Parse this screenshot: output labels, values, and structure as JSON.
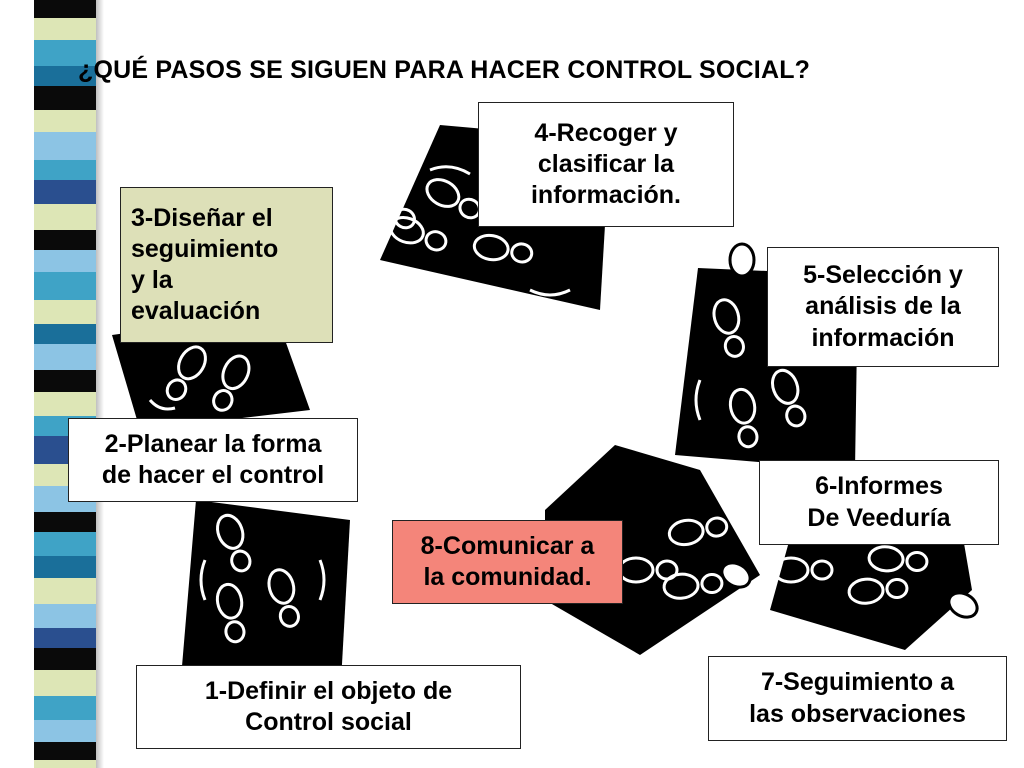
{
  "title": "¿QUÉ PASOS SE SIGUEN PARA HACER CONTROL SOCIAL?",
  "colors": {
    "stripe_palette": [
      "#0a0a0a",
      "#dde6b6",
      "#3fa3c6",
      "#1a6f9a",
      "#8cc4e4",
      "#2a4f8f",
      "#ffffff"
    ],
    "step3_bg": "#dde0b8",
    "step8_bg": "#f4857a",
    "default_box_bg": "#ffffff",
    "footprint_fill": "#000000"
  },
  "steps": [
    {
      "id": 1,
      "lines": [
        "1-Definir el objeto de",
        "Control social"
      ]
    },
    {
      "id": 2,
      "lines": [
        "2-Planear la forma",
        "de hacer el control"
      ]
    },
    {
      "id": 3,
      "lines": [
        "3-Diseñar el",
        "seguimiento",
        "y la",
        "evaluación"
      ]
    },
    {
      "id": 4,
      "lines": [
        "4-Recoger y",
        "clasificar la",
        "información."
      ]
    },
    {
      "id": 5,
      "lines": [
        "5-Selección y",
        "análisis de la",
        "información"
      ]
    },
    {
      "id": 6,
      "lines": [
        "6-Informes",
        "De Veeduría"
      ]
    },
    {
      "id": 7,
      "lines": [
        "7-Seguimiento a",
        "las observaciones"
      ]
    },
    {
      "id": 8,
      "lines": [
        "8-Comunicar a",
        "la comunidad."
      ]
    }
  ]
}
